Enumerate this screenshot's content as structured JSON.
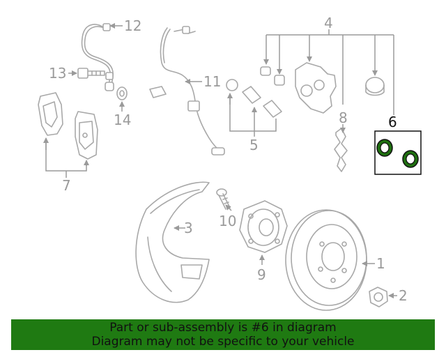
{
  "callouts": {
    "c1": "1",
    "c2": "2",
    "c3": "3",
    "c4": "4",
    "c5": "5",
    "c6": "6",
    "c7": "7",
    "c8": "8",
    "c9": "9",
    "c10": "10",
    "c11": "11",
    "c12": "12",
    "c13": "13",
    "c14": "14"
  },
  "highlight": {
    "part_number": "6",
    "color": "#000000"
  },
  "banner": {
    "line1": "Part or sub-assembly is #6 in diagram",
    "line2": "Diagram may not be specific to your vehicle",
    "background": "#1f7a12",
    "seal_color": "#1f6f10"
  }
}
